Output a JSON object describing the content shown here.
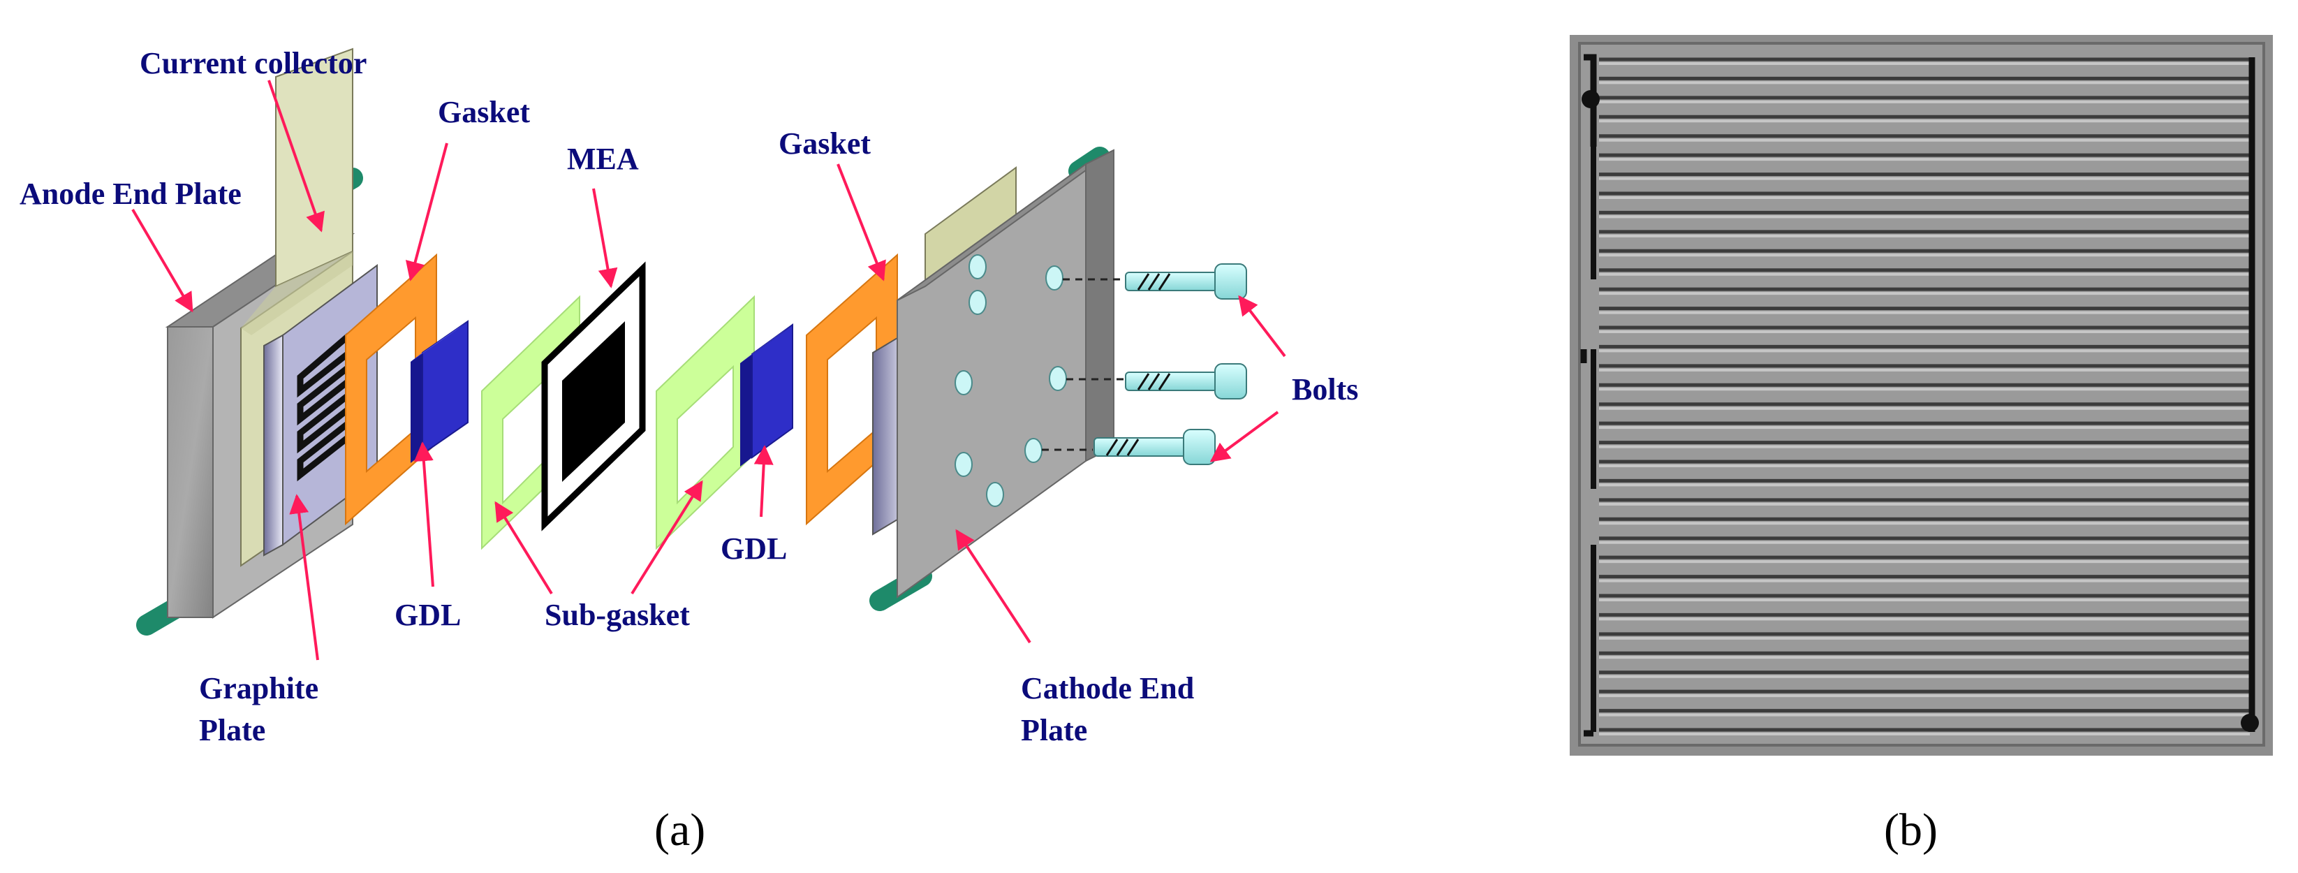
{
  "labels": {
    "current_collector": "Current collector",
    "anode_end_plate": "Anode End Plate",
    "gasket_left": "Gasket",
    "mea": "MEA",
    "gasket_right": "Gasket",
    "bolts": "Bolts",
    "gdl_left": "GDL",
    "gdl_right": "GDL",
    "sub_gasket": "Sub-gasket",
    "graphite_plate_line1": "Graphite",
    "graphite_plate_line2": "Plate",
    "cathode_end_plate_line1": "Cathode End",
    "cathode_end_plate_line2": "Plate"
  },
  "captions": {
    "left": "(a)",
    "right": "(b)"
  },
  "colors": {
    "label_text": "#0b0b7a",
    "leader_line": "#ff1a5a",
    "end_plate_front": "#a8a8a8",
    "end_plate_side": "#7a7a7a",
    "end_plate_top": "#8e8e8e",
    "current_collector": "#d9dcb4",
    "graphite_plate": "#b6b6d8",
    "gasket": "#ff9a2e",
    "gdl": "#2e2ec8",
    "sub_gasket": "#ccff99",
    "mea_core": "#000000",
    "bolt": "#a9ecec",
    "rod": "#1e8a6a",
    "flow_plate_bg": "#8d8d8d"
  }
}
